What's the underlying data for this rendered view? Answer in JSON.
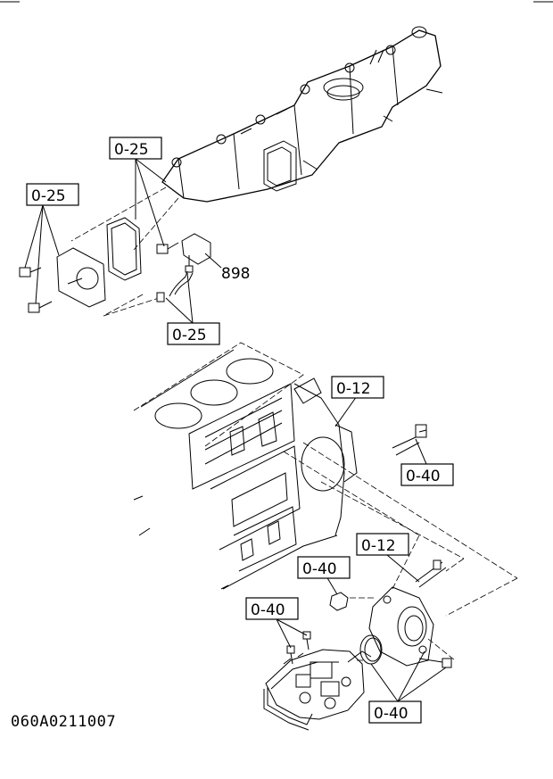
{
  "callouts": {
    "c1": "0-25",
    "c2": "0-25",
    "c3": "0-25",
    "c4": "0-12",
    "c5": "0-40",
    "c6": "0-12",
    "c7": "0-40",
    "c8": "0-40",
    "c9": "0-40"
  },
  "part_number_label": "898",
  "drawing_code": "060A0211007"
}
